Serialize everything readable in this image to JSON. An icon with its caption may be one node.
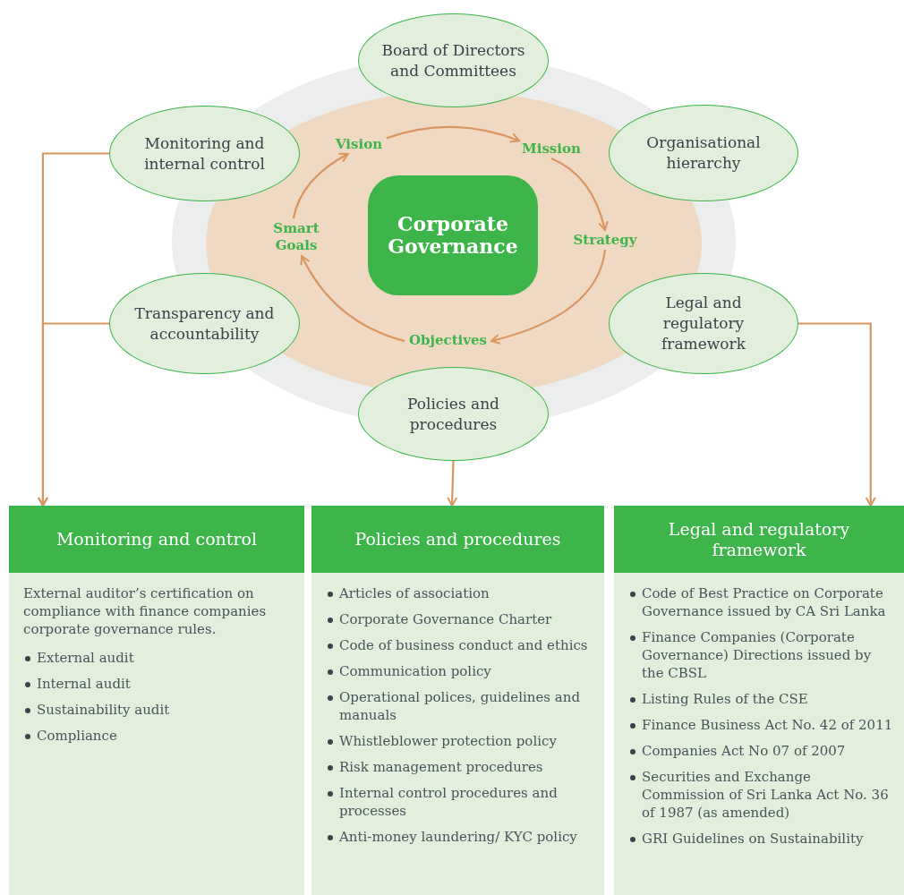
{
  "diagram": {
    "nodes": [
      {
        "text": [
          "Board of Directors and Committees"
        ]
      },
      {
        "text": [
          "Monitoring and internal control"
        ]
      },
      {
        "text": [
          "Organisational hierarchy"
        ]
      },
      {
        "text": [
          "Corporate Governance"
        ]
      },
      {
        "text": [
          "Vision"
        ]
      },
      {
        "text": [
          "Mission"
        ]
      },
      {
        "text": [
          "Smart Goals"
        ]
      },
      {
        "text": [
          "Strategy"
        ]
      },
      {
        "text": [
          "Transparency and accountability"
        ]
      },
      {
        "text": [
          "Legal and regulatory framework"
        ]
      },
      {
        "text": [
          "Objectives"
        ]
      },
      {
        "text": [
          "Policies and procedures"
        ]
      },
      {
        "text": [
          "Monitoring and control",
          "External auditor’s certification on compliance with finance companies corporate governance rules.",
          "External audit",
          "Internal audit",
          "Sustainability audit",
          "Compliance"
        ]
      },
      {
        "text": [
          "Policies and procedures",
          "Articles of association",
          "Corporate Governance Charter",
          "Code of business conduct and ethics",
          "Communication policy",
          "Operational polices, guidelines and manuals",
          "Whistleblower protection policy",
          "Risk management procedures",
          "Internal control procedures and processes",
          "Anti-money laundering/ KYC policy"
        ]
      },
      {
        "text": [
          "Legal and regulatory framework",
          "Code of Best Practice on Corporate Governance issued by CA Sri Lanka",
          "Finance Companies (Corporate Governance) Directions issued by the CBSL",
          "Listing Rules of the CSE",
          "Finance Business Act No. 42 of 2011",
          "Companies Act No 07 of 2007",
          "Securities and Exchange Commission of Sri Lanka Act No. 36 of 1987 (as amended)",
          "GRI Guidelines on Sustainability"
        ]
      }
    ],
    "edges": [
      {
        "from": 4,
        "to": 5,
        "arrow": "to"
      },
      {
        "from": 5,
        "to": 7,
        "arrow": "to"
      },
      {
        "from": 7,
        "to": 10,
        "arrow": "to"
      },
      {
        "from": 10,
        "to": 6,
        "arrow": "to"
      },
      {
        "from": 6,
        "to": 4,
        "arrow": "to"
      },
      {
        "from": 1,
        "to": 12,
        "arrow": "to"
      },
      {
        "from": 8,
        "to": 12,
        "arrow": "to"
      },
      {
        "from": 11,
        "to": 13,
        "arrow": "to"
      },
      {
        "from": 9,
        "to": 14,
        "arrow": "to"
      }
    ]
  }
}
